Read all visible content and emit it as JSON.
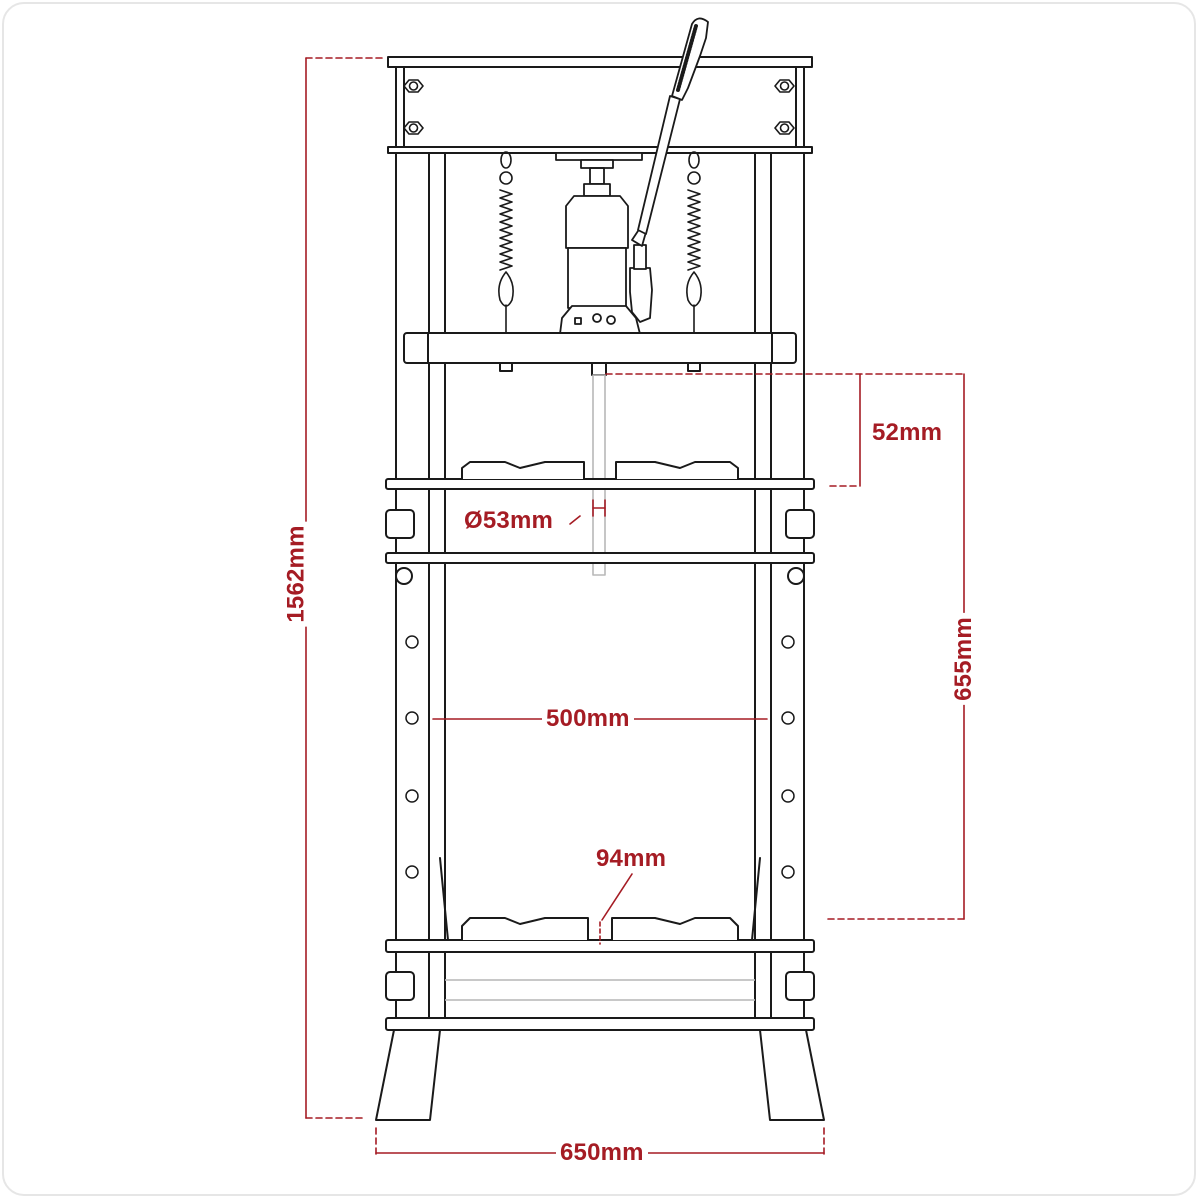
{
  "diagram": {
    "subject": "Hydraulic workshop press (bottle-jack, H-frame)",
    "colors": {
      "line": "#1a1a1a",
      "dimension": "#a51c24",
      "background": "#ffffff",
      "border": "#e6e6e6"
    },
    "dimensions": {
      "overall_height": "1562mm",
      "overall_width": "650mm",
      "inner_width": "500mm",
      "max_working_height": "655mm",
      "ram_stroke": "52mm",
      "ram_diameter": "Ø53mm",
      "press_plate_gap": "94mm"
    }
  }
}
